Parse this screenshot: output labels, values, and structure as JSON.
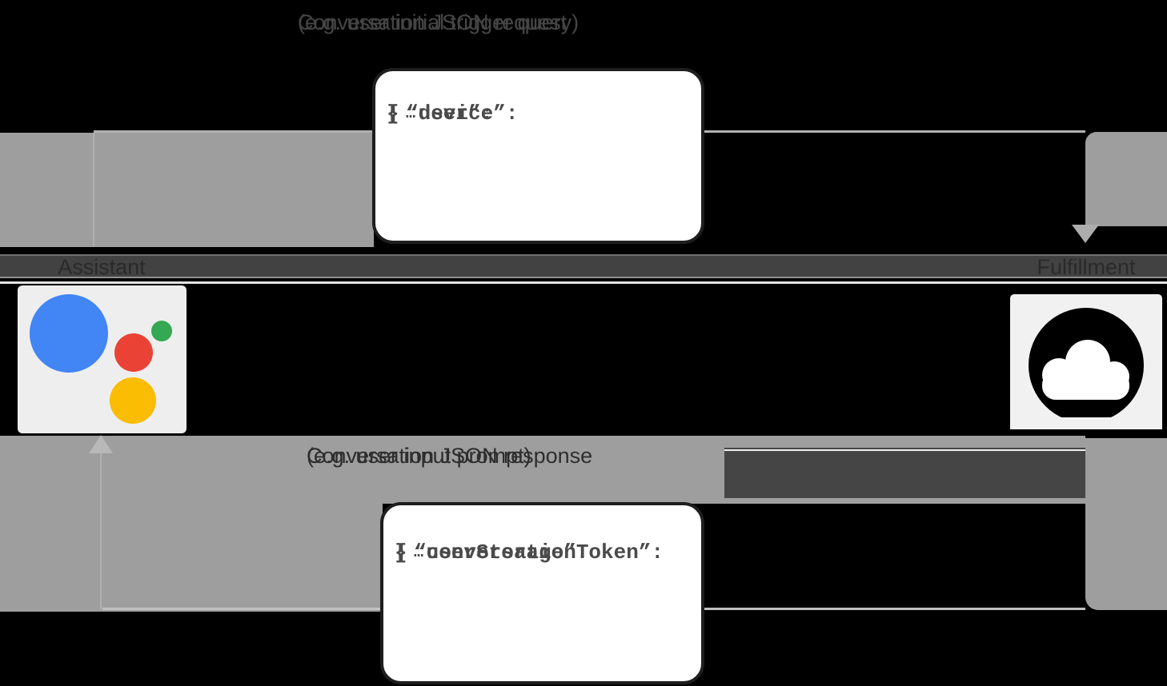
{
  "request_flow": {
    "caption_line1": "Conversation JSON request",
    "caption_line2": "(e.g. user initial trigger query)",
    "code_lines": [
      "{",
      "“user”:",
      "“device”:",
      "…",
      "}"
    ]
  },
  "response_flow": {
    "caption_line1": "Conversation JSON response",
    "caption_line2": "(e.g. user input prompt)",
    "code_lines": [
      "{",
      "“conversationToken”:",
      "“userStorage”:",
      "…",
      "}"
    ]
  },
  "actors": {
    "assistant": {
      "label": "Assistant"
    },
    "fulfillment": {
      "label": "Fulfillment"
    }
  },
  "colors": {
    "lane_gray": "#9E9E9E",
    "band_dark": "#424242",
    "assistant_blue": "#4285F4",
    "assistant_red": "#EA4335",
    "assistant_green": "#34A853",
    "assistant_yellow": "#FBBC04",
    "tile_background": "#EEEEEE",
    "code_text": "#4A4A4A"
  }
}
